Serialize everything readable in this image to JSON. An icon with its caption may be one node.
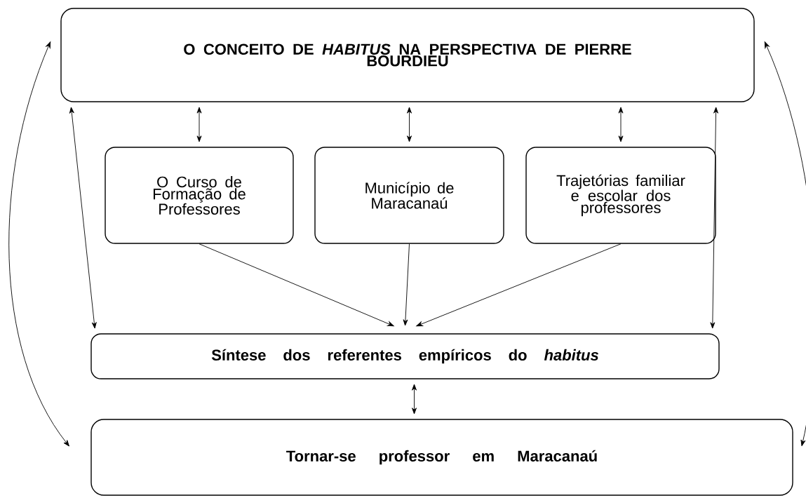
{
  "diagram": {
    "nodes": [
      {
        "text": [
          "O CONCEITO DE *HABITUS* NA PERSPECTIVA DE PIERRE BOURDIEU"
        ]
      },
      {
        "text": [
          "O Curso de Formação de Professores"
        ]
      },
      {
        "text": [
          "Município de Maracanaú"
        ]
      },
      {
        "text": [
          "Trajetórias familiar e escolar dos professores"
        ]
      },
      {
        "text": [
          "Síntese dos referentes empíricos do *habitus*"
        ]
      },
      {
        "text": [
          "Tornar-se professor em Maracanaú"
        ]
      }
    ],
    "edges": [
      {
        "from": 0,
        "to": 1,
        "arrow": "both"
      },
      {
        "from": 0,
        "to": 2,
        "arrow": "both"
      },
      {
        "from": 0,
        "to": 3,
        "arrow": "both"
      },
      {
        "from": 1,
        "to": 4,
        "arrow": "to"
      },
      {
        "from": 2,
        "to": 4,
        "arrow": "to"
      },
      {
        "from": 3,
        "to": 4,
        "arrow": "to"
      },
      {
        "from": 0,
        "to": 4,
        "arrow": "both"
      },
      {
        "from": 0,
        "to": 4,
        "arrow": "both"
      },
      {
        "from": 4,
        "to": 5,
        "arrow": "both"
      },
      {
        "from": 0,
        "to": 5,
        "arrow": "both"
      },
      {
        "from": 0,
        "to": 5,
        "arrow": "both"
      }
    ]
  }
}
